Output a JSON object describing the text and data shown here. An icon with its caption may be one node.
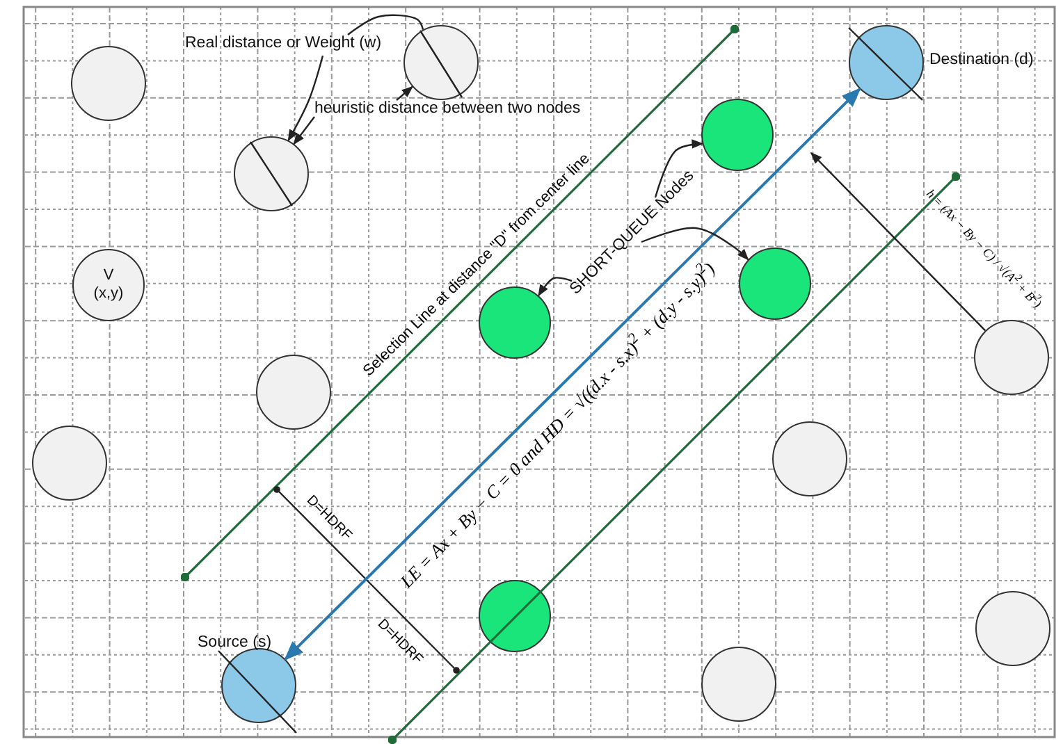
{
  "diagram": {
    "nodes": [
      {
        "text": [
          "Real distance or Weight (w)"
        ]
      },
      {
        "text": [],
        "shape": "circle"
      },
      {
        "text": [],
        "shape": "circle",
        "beside": [
          "Destination (d)"
        ]
      },
      {
        "text": [],
        "shape": "circle"
      },
      {
        "text": [
          "heuristic distance between two nodes"
        ]
      },
      {
        "text": [],
        "shape": "circle"
      },
      {
        "text": [],
        "shape": "circle"
      },
      {
        "text": [
          "SHORT-QUEUE Nodes"
        ]
      },
      {
        "text": [],
        "shape": "circle"
      },
      {
        "text": [
          "V (x,y)"
        ]
      },
      {
        "text": [],
        "shape": "circle"
      },
      {
        "text": [],
        "shape": "circle"
      },
      {
        "text": [],
        "shape": "circle"
      },
      {
        "text": [],
        "shape": "circle"
      },
      {
        "text": [],
        "shape": "circle"
      },
      {
        "text": [],
        "shape": "circle"
      },
      {
        "text": [],
        "shape": "circle"
      },
      {
        "text": [],
        "shape": "circle",
        "beside": [
          "Source (s)"
        ]
      },
      {
        "text": [],
        "shape": "circle"
      }
    ],
    "edges": [
      {
        "from": 17,
        "to": 2,
        "arrow": "both",
        "color": "#2a78b0"
      },
      {
        "from": 0,
        "to": 1,
        "arrow": "none"
      },
      {
        "from": 0,
        "to": 6,
        "arrow": "to"
      },
      {
        "from": 4,
        "to": 1,
        "arrow": "to"
      },
      {
        "from": 4,
        "to": 6,
        "arrow": "to"
      },
      {
        "from": 7,
        "to": 5,
        "arrow": "to"
      },
      {
        "from": 7,
        "to": 10,
        "arrow": "to"
      },
      {
        "from": 7,
        "to": 8,
        "arrow": "to"
      },
      {
        "from": 11,
        "to": null,
        "arrow": "to"
      }
    ],
    "labels": [
      "Selection Line at distance \"D\" from center line",
      "LE = Ax + By − C = 0 and HD = √((d.x - s.x)$^{2}$ + (d.y - s.y)$^{2}$)",
      "h = (Ax − By − C) / √(A$^{2}$ + B$^{2}$)",
      "D=HDRF",
      "D=HDRF"
    ]
  }
}
